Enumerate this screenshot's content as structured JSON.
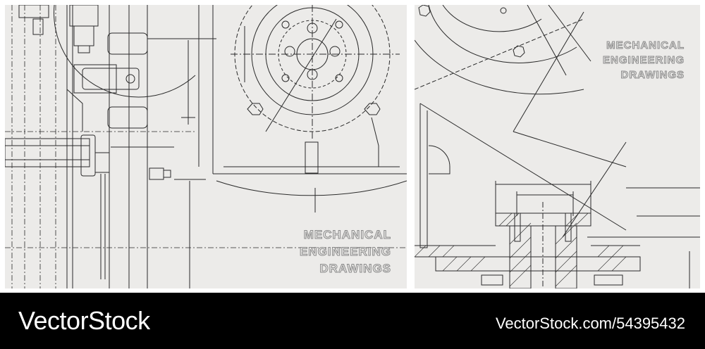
{
  "left_panel": {
    "caption_lines": [
      "MECHANICAL",
      "ENGINEERING",
      "DRAWINGS"
    ]
  },
  "right_panel": {
    "caption_lines": [
      "MECHANICAL",
      "ENGINEERING",
      "DRAWINGS"
    ]
  },
  "footer": {
    "brand": "VectorStock",
    "id_text": "VectorStock.com/54395432"
  },
  "colors": {
    "paper": "#ecebe9",
    "line": "#2a2a2a",
    "caption_stroke": "#8a8a8a",
    "footer_bg": "#000000",
    "footer_text": "#ffffff"
  }
}
